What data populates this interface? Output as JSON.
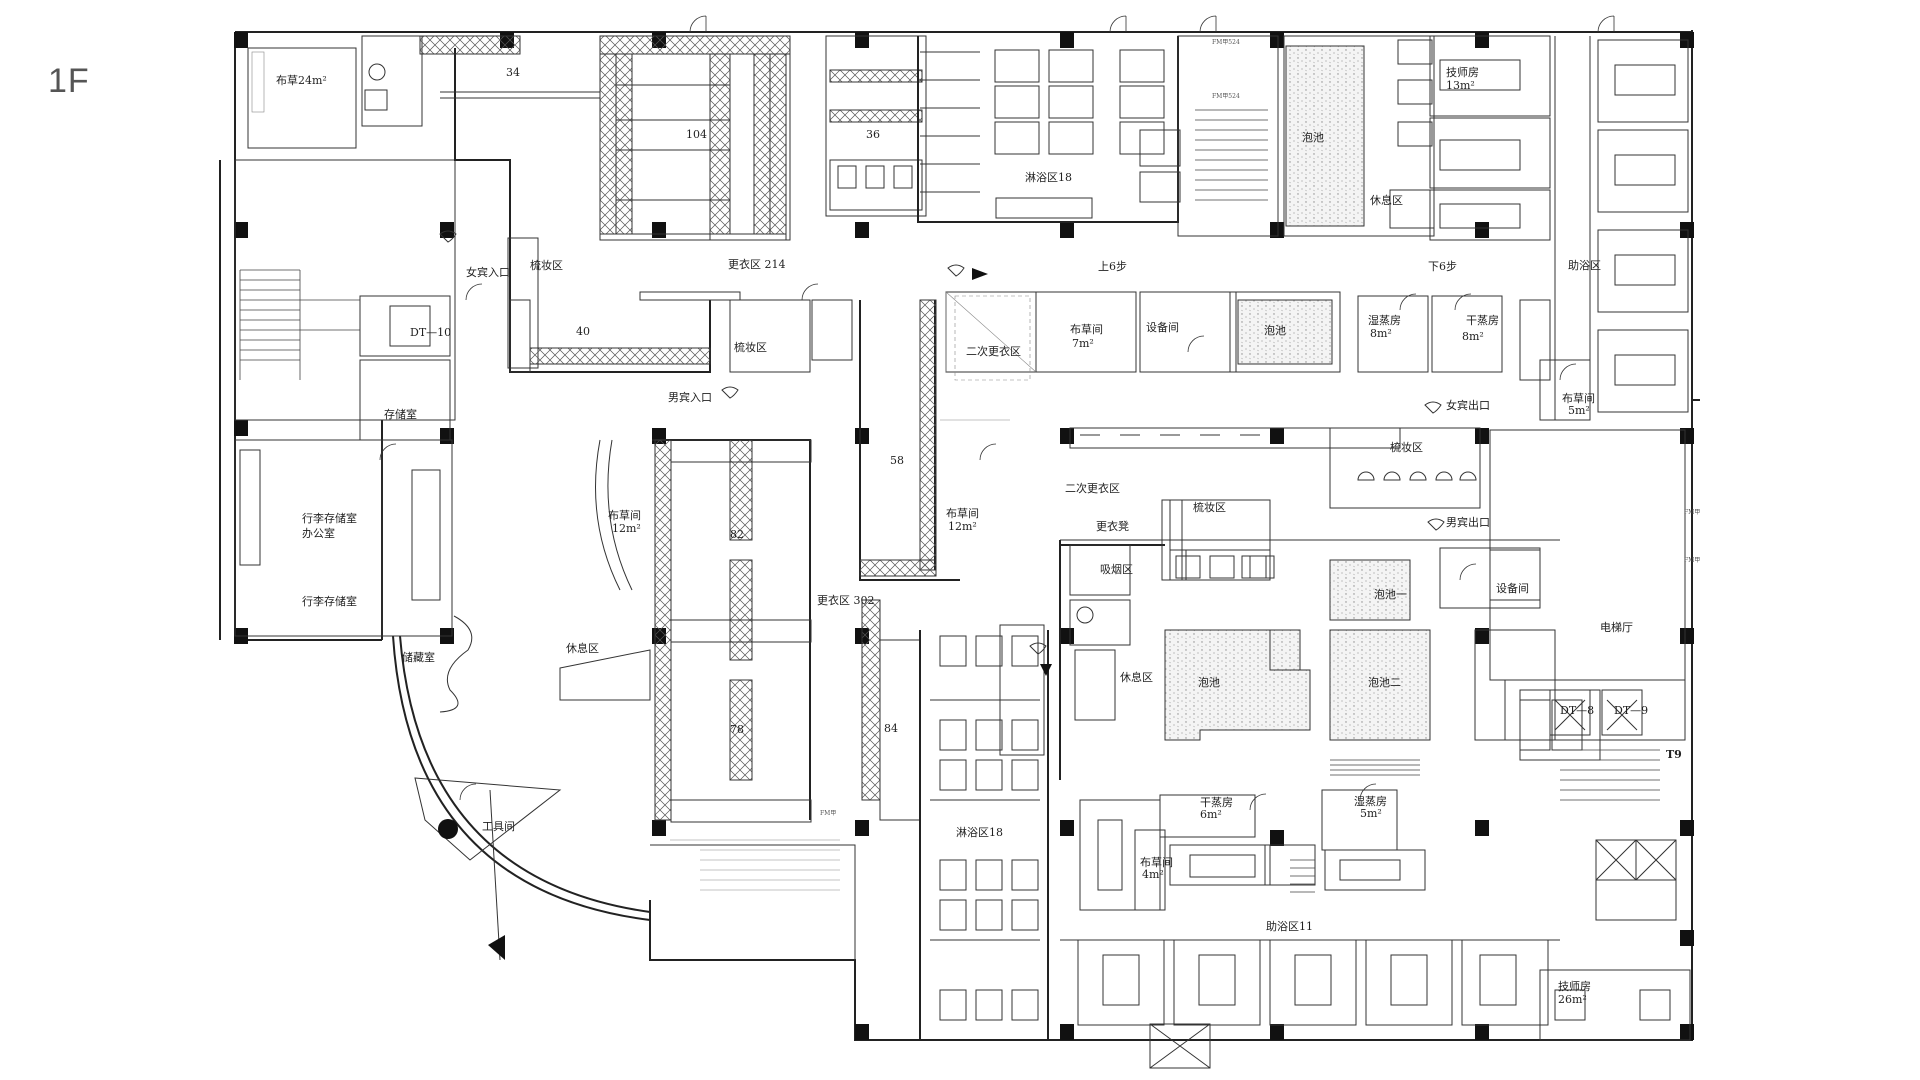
{
  "floor_label": "1F",
  "stair_labels": {
    "up6": "上6步",
    "down6": "下6步"
  },
  "door_codes": {
    "fm1": "FM甲524",
    "fm2": "FM甲524",
    "fm3": "FM甲",
    "fm4": "FM甲",
    "fm5": "FM甲"
  },
  "elevators": {
    "dt10": "DT—10",
    "dt8": "DT—8",
    "dt9": "DT—9",
    "t9": "T9"
  },
  "counts": {
    "c34": "34",
    "c104": "104",
    "c36": "36",
    "c40": "40",
    "c82": "82",
    "c78": "78",
    "c84": "84",
    "c58": "58"
  },
  "rooms": {
    "linen24": "布草24m²",
    "storage": "存储室",
    "lug_office1": "行李存储室",
    "lug_office2": "办公室",
    "lug_storage": "行李存储室",
    "storage2": "储藏室",
    "tool": "工具间",
    "lounge_w": "休息区",
    "female_entry": "女宾入口",
    "male_entry": "男宾入口",
    "makeup1": "梳妆区",
    "makeup2": "梳妆区",
    "makeup3": "梳妆区",
    "makeup4": "梳妆区",
    "change214": "更衣区  214",
    "change302": "更衣区  302",
    "secondary1": "二次更衣区",
    "secondary2": "二次更衣区",
    "shoes": "更衣凳",
    "shower18a": "淋浴区18",
    "shower18b": "淋浴区18",
    "pool_a": "泡池",
    "pool_b": "泡池",
    "pool_c": "泡池",
    "pool_d": "泡池一",
    "pool_e": "泡池二",
    "rest1": "休息区",
    "rest2": "休息区",
    "tech13a": "技师房",
    "tech13b": "13m²",
    "assist_r": "助浴区",
    "linen7a": "布草间",
    "linen7b": "7m²",
    "equip1": "设备间",
    "equip2": "设备间",
    "wet8a": "湿蒸房",
    "wet8b": "8m²",
    "dry8a": "干蒸房",
    "dry8b": "8m²",
    "linen5a": "布草间",
    "linen5b": "5m²",
    "female_exit": "女宾出口",
    "male_exit": "男宾出口",
    "linen12a": "布草间",
    "linen12b": "12m²",
    "linen12c": "布草间",
    "linen12d": "12m²",
    "smoke": "吸烟区",
    "elev_hall": "电梯厅",
    "dry6a": "干蒸房",
    "dry6b": "6m²",
    "wet5a": "湿蒸房",
    "wet5b": "5m²",
    "linen4a": "布草间",
    "linen4b": "4m²",
    "assist11": "助浴区11",
    "tech26a": "技师房",
    "tech26b": "26m²"
  }
}
